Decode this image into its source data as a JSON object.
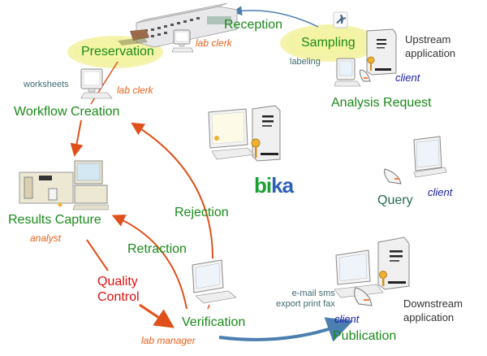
{
  "diagram": {
    "stages": {
      "reception": "Reception",
      "sampling": "Sampling",
      "preservation": "Preservation",
      "workflow_creation": "Workflow Creation",
      "analysis_request": "Analysis Request",
      "results_capture": "Results Capture",
      "rejection": "Rejection",
      "retraction": "Retraction",
      "verification": "Verification",
      "publication": "Publication",
      "query": "Query"
    },
    "quality_control": [
      "Quality",
      "Control"
    ],
    "roles": {
      "lab_clerk_top": "lab clerk",
      "lab_clerk_workflow": "lab clerk",
      "analyst": "analyst",
      "lab_manager": "lab manager"
    },
    "clients": {
      "analysis_request": "client",
      "query": "client",
      "publication": "client"
    },
    "notes": {
      "labeling": "labeling",
      "worksheets": "worksheets",
      "publication_channels": [
        "e-mail sms",
        "export print fax"
      ]
    },
    "external": {
      "upstream": [
        "Upstream",
        "application"
      ],
      "downstream": [
        "Downstream",
        "application"
      ]
    },
    "logo": {
      "text_b": "b",
      "text_i": "i",
      "text_ka": "ka"
    },
    "colors": {
      "stage_green": "#1a8a1a",
      "role_orange": "#e8601c",
      "client_blue": "#1a1aa8",
      "qc_red": "#e01010",
      "arrow_orange": "#e0501a",
      "arrow_blue": "#4a7fb0",
      "logo_green": "#1aa030",
      "logo_blue": "#2d5fb8",
      "ellipse_yellow": "#f3f3a8"
    }
  }
}
